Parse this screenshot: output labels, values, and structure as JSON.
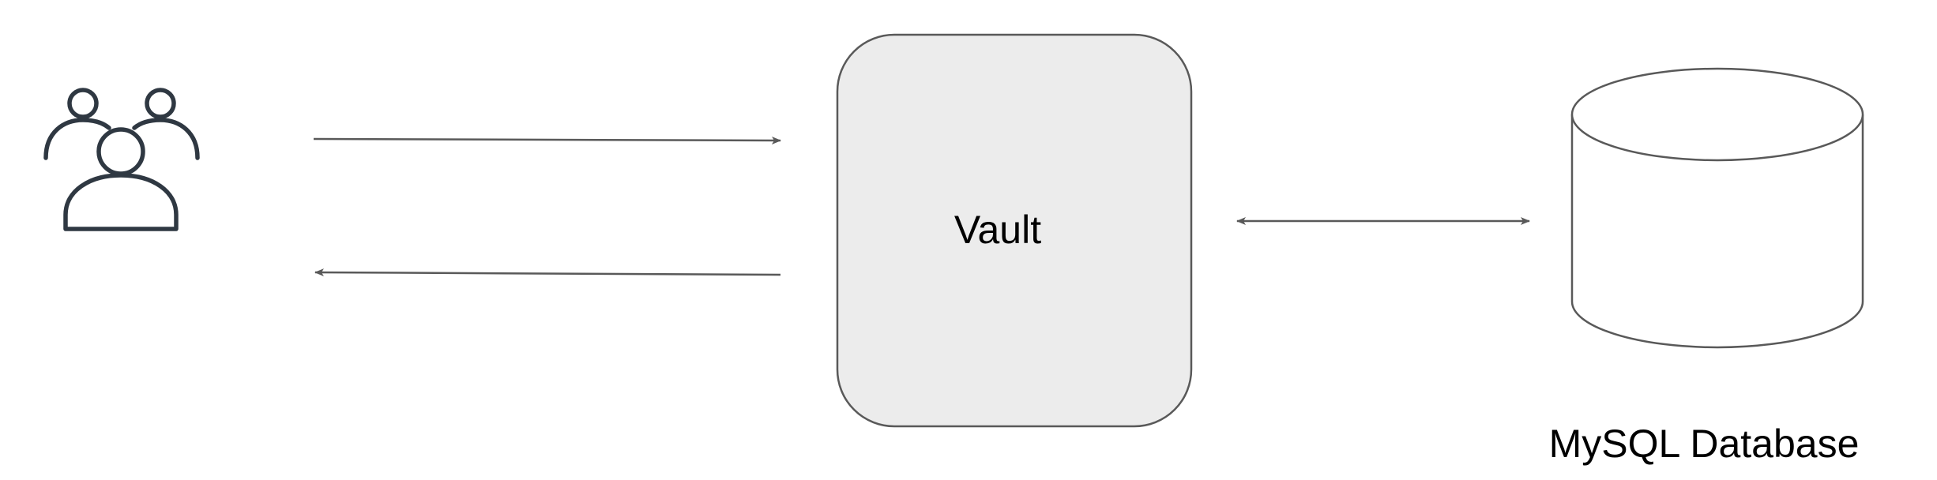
{
  "nodes": {
    "users": {
      "icon": "users-group-icon"
    },
    "vault": {
      "label": "Vault"
    },
    "database": {
      "label": "MySQL Database",
      "icon": "database-cylinder-icon"
    }
  },
  "edges": [
    {
      "from": "users",
      "to": "vault",
      "direction": "one-way"
    },
    {
      "from": "vault",
      "to": "users",
      "direction": "one-way"
    },
    {
      "from": "vault",
      "to": "database",
      "direction": "two-way"
    }
  ],
  "colors": {
    "stroke": "#595959",
    "icon": "#2f3842",
    "vault_fill": "#ececec",
    "text": "#000000"
  }
}
